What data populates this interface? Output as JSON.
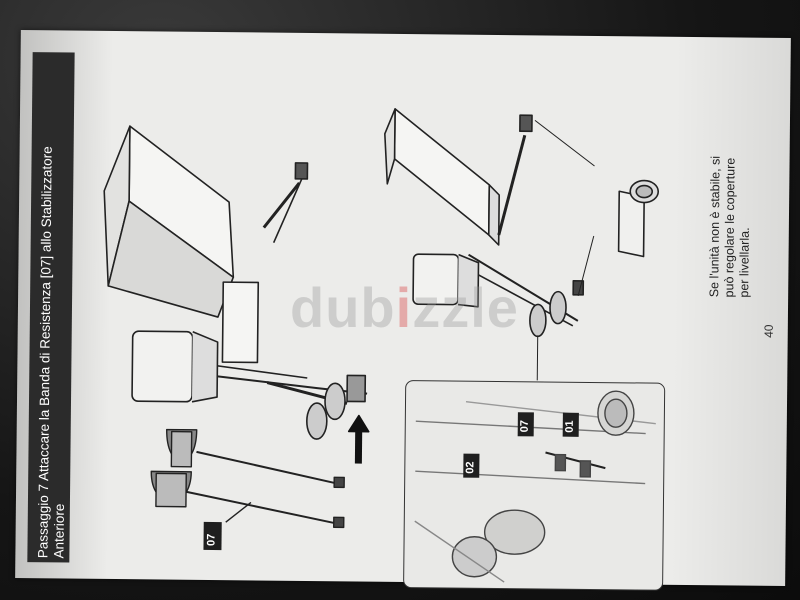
{
  "manual_page": {
    "title_line1": "Passaggio 7 Attaccare la Banda di Resistenza [07] allo Stabilizzatore",
    "title_line2": "Anteriore",
    "part_labels": {
      "band_left": "07",
      "inset_band": "07",
      "inset_cap": "01",
      "inset_stabilizer": "02"
    },
    "note_lines": [
      "Se l'unità non è stabile, si",
      "può regolare le coperture",
      "per livellarla."
    ],
    "page_number": "40"
  },
  "watermark": {
    "text_before": "dub",
    "text_dot": "i",
    "text_after": "zzle"
  }
}
